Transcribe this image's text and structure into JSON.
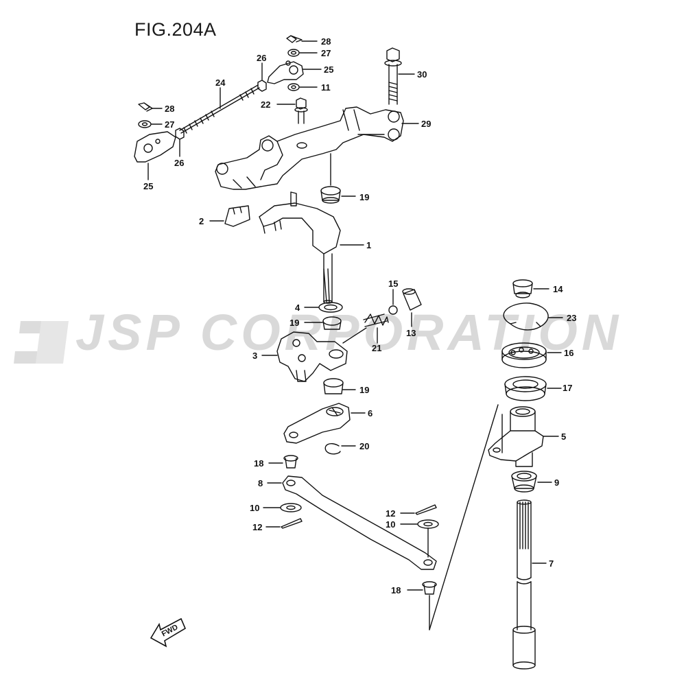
{
  "figure_title": "FIG.204A",
  "watermark": "JSP CORPORATION",
  "direction_tag": "FWD",
  "callouts": [
    "1",
    "2",
    "3",
    "4",
    "5",
    "6",
    "7",
    "8",
    "9",
    "10",
    "11",
    "12",
    "13",
    "14",
    "15",
    "16",
    "17",
    "18",
    "19",
    "20",
    "21",
    "22",
    "23",
    "24",
    "25",
    "26",
    "27",
    "28",
    "29",
    "30"
  ],
  "colors": {
    "line": "#111111",
    "watermark": "#d9d9d9",
    "background": "#ffffff"
  }
}
